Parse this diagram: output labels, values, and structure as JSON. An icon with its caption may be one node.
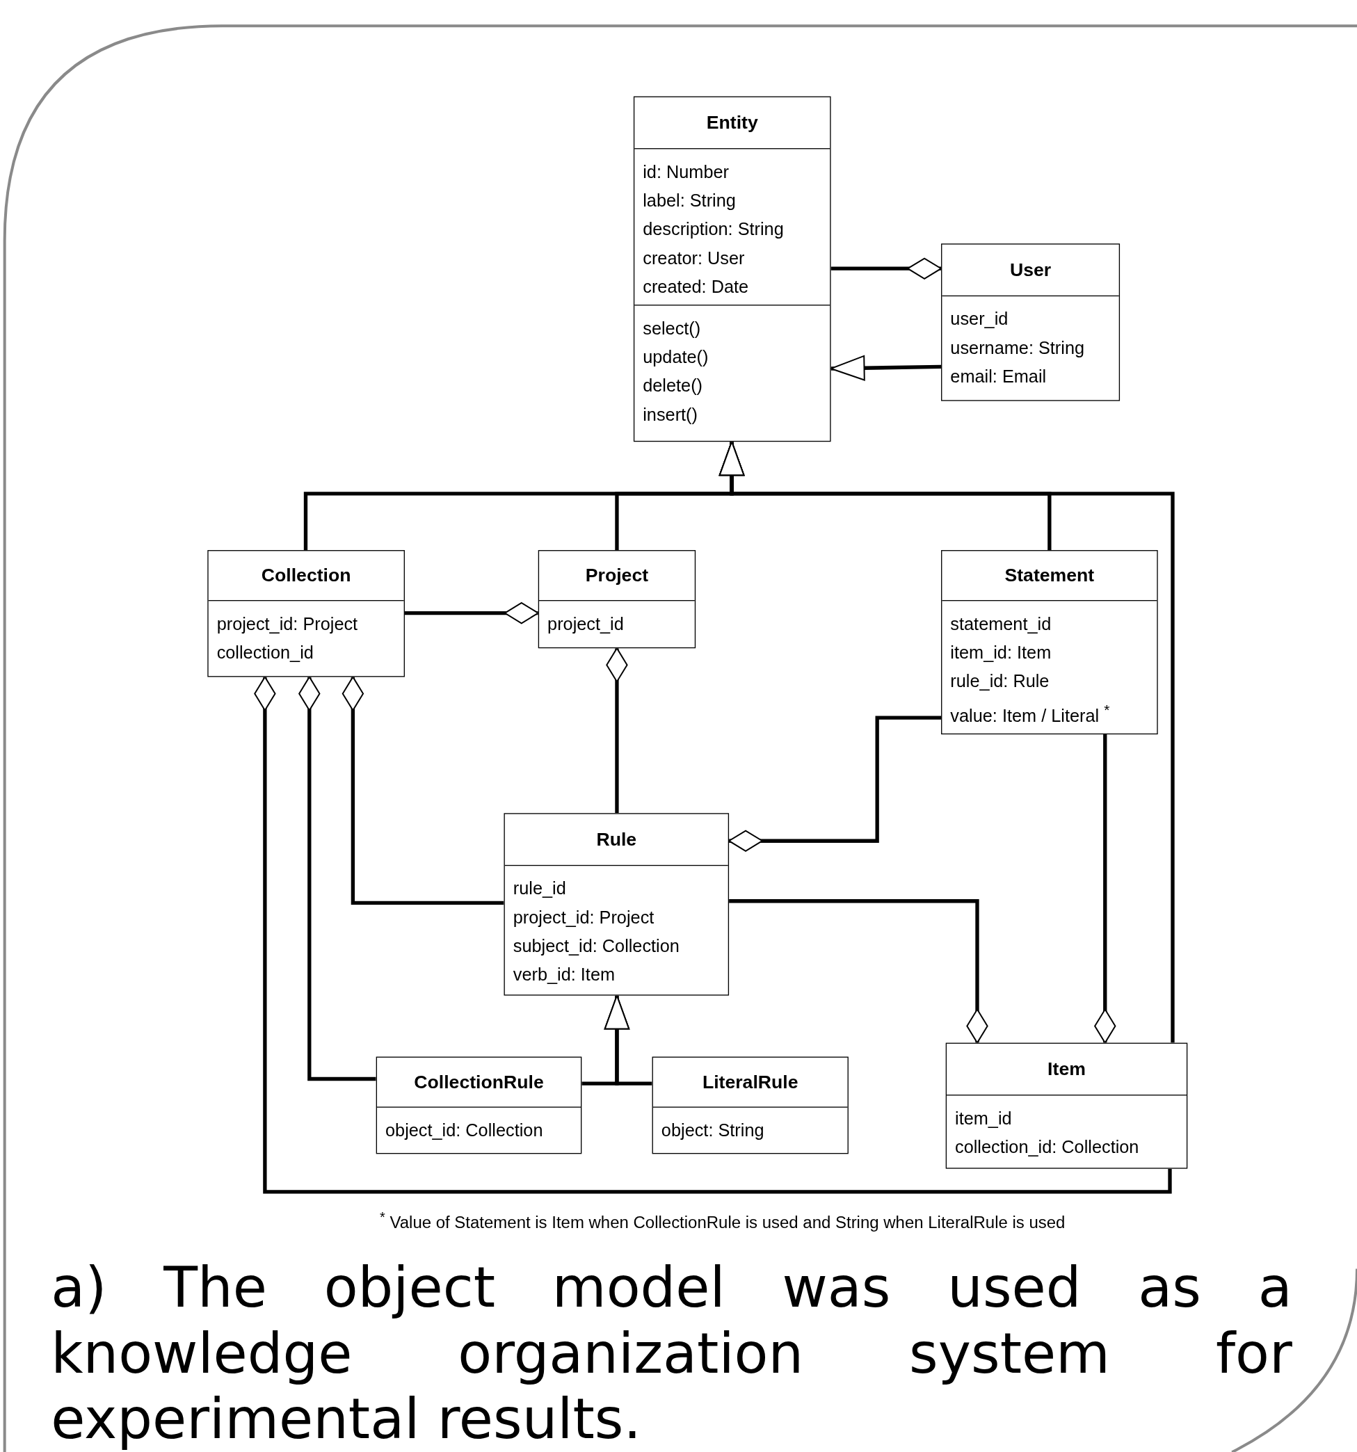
{
  "diagram": {
    "caption": "a) The object model was used as a knowledge organization system for experimental results.",
    "nodes": [
      {
        "text": [
          "Entity",
          "id: Number",
          "label: String",
          "description: String",
          "creator: User",
          "created: Date",
          "select()",
          "update()",
          "delete()",
          "insert()"
        ]
      },
      {
        "text": [
          "User",
          "user_id",
          "username: String",
          "email: Email"
        ]
      },
      {
        "text": [
          "Collection",
          "project_id: Project",
          "collection_id"
        ]
      },
      {
        "text": [
          "Project",
          "project_id"
        ]
      },
      {
        "text": [
          "Statement",
          "statement_id",
          "item_id: Item",
          "rule_id: Rule",
          "value: Item / Literal $^{*}$"
        ]
      },
      {
        "text": [
          "Rule",
          "rule_id",
          "project_id: Project",
          "subject_id: Collection",
          "verb_id: Item"
        ]
      },
      {
        "text": [
          "CollectionRule",
          "object_id: Collection"
        ]
      },
      {
        "text": [
          "LiteralRule",
          "object: String"
        ]
      },
      {
        "text": [
          "Item",
          "item_id",
          "collection_id: Collection"
        ]
      }
    ],
    "edges": [
      {
        "from": 0,
        "to": 1,
        "arrow": "other"
      },
      {
        "from": 1,
        "to": 0,
        "arrow": "to"
      },
      {
        "from": 2,
        "to": 0,
        "arrow": "to"
      },
      {
        "from": 3,
        "to": 0,
        "arrow": "to"
      },
      {
        "from": 4,
        "to": 0,
        "arrow": "to"
      },
      {
        "from": 8,
        "to": 0,
        "arrow": "to"
      },
      {
        "from": 2,
        "to": 3,
        "arrow": "other"
      },
      {
        "from": 5,
        "to": 3,
        "arrow": "other"
      },
      {
        "from": 5,
        "to": 2,
        "arrow": "other"
      },
      {
        "from": 6,
        "to": 2,
        "arrow": "other"
      },
      {
        "from": 8,
        "to": 2,
        "arrow": "other"
      },
      {
        "from": 4,
        "to": 5,
        "arrow": "other"
      },
      {
        "from": 5,
        "to": 8,
        "arrow": "other"
      },
      {
        "from": 4,
        "to": 8,
        "arrow": "other"
      },
      {
        "from": 6,
        "to": 5,
        "arrow": "to"
      },
      {
        "from": 7,
        "to": 5,
        "arrow": "to"
      }
    ],
    "labels": [
      "$^{*}$ Value of Statement is Item when CollectionRule is used and String when LiteralRule is used"
    ]
  }
}
